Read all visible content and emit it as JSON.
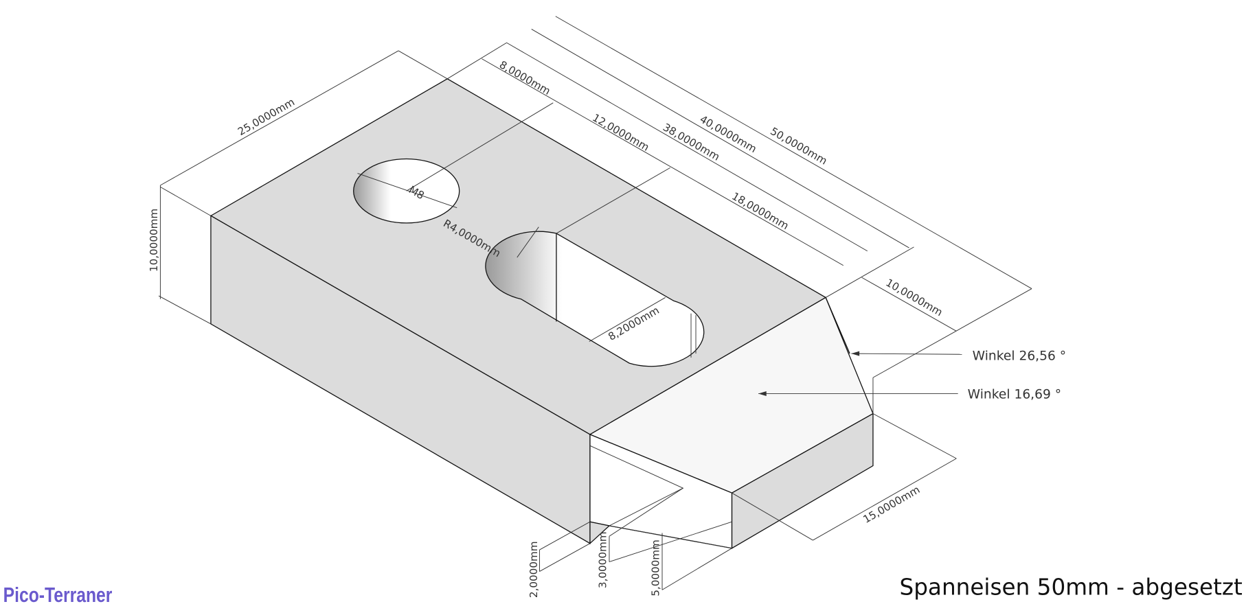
{
  "title": "Spanneisen 50mm - abgesetzt",
  "logo": "Pico-Terraner",
  "dimensions": {
    "width_25": "25,0000mm",
    "height_10": "10,0000mm",
    "d8": "8,0000mm",
    "d12": "12,0000mm",
    "d38": "38,0000mm",
    "d40": "40,0000mm",
    "d50": "50,0000mm",
    "d18": "18,0000mm",
    "d10_right": "10,0000mm",
    "thread": "M8",
    "radius": "R4,0000mm",
    "slot_width": "8,2000mm",
    "d15": "15,0000mm",
    "h2": "2,0000mm",
    "h3": "3,0000mm",
    "h5": "5,0000mm"
  },
  "annotations": {
    "angle1": "Winkel 26,56 °",
    "angle2": "Winkel 16,69 °"
  },
  "colors": {
    "face_gray": "#dcdcdc",
    "face_light": "#f7f7f7",
    "logo": "#6a5acd"
  }
}
